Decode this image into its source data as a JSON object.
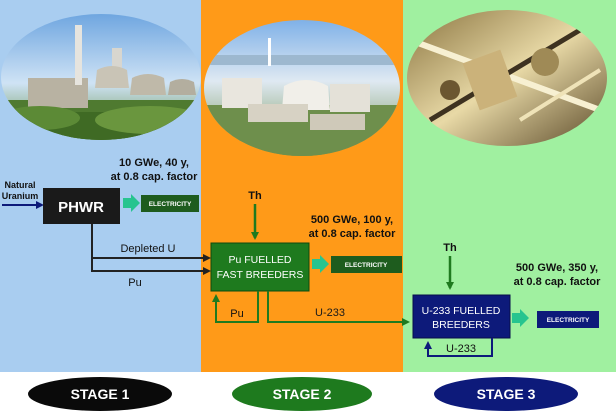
{
  "stage1": {
    "input": [
      "Natural",
      "Uranium"
    ],
    "reactor": "PHWR",
    "output": "ELECTRICITY",
    "capacity": [
      "10 GWe, 40 y,",
      "at 0.8 cap. factor"
    ],
    "depleted": "Depleted U",
    "pu": "Pu",
    "label": "STAGE 1"
  },
  "stage2": {
    "input": "Th",
    "reactor": [
      "Pu FUELLED",
      "FAST BREEDERS"
    ],
    "output": "ELECTRICITY",
    "capacity": [
      "500 GWe, 100 y,",
      "at 0.8 cap. factor"
    ],
    "pu_loop": "Pu",
    "u233": "U-233",
    "label": "STAGE 2"
  },
  "stage3": {
    "input": "Th",
    "reactor": [
      "U-233 FUELLED",
      "BREEDERS"
    ],
    "output": "ELECTRICITY",
    "capacity": [
      "500 GWe, 350 y,",
      "at 0.8 cap. factor"
    ],
    "u233_loop": "U-233",
    "label": "STAGE 3"
  },
  "colors": {
    "stage1_bg": "#a9cdf0",
    "stage2_bg": "#ff9a18",
    "stage3_bg": "#a0f0a0",
    "dark_box": "#1a1a1a",
    "green_box": "#1e7a1e",
    "navy_box": "#0d1a7a",
    "arrow_green": "#1f7a1f",
    "arrow_navy": "#0d1a7a"
  }
}
